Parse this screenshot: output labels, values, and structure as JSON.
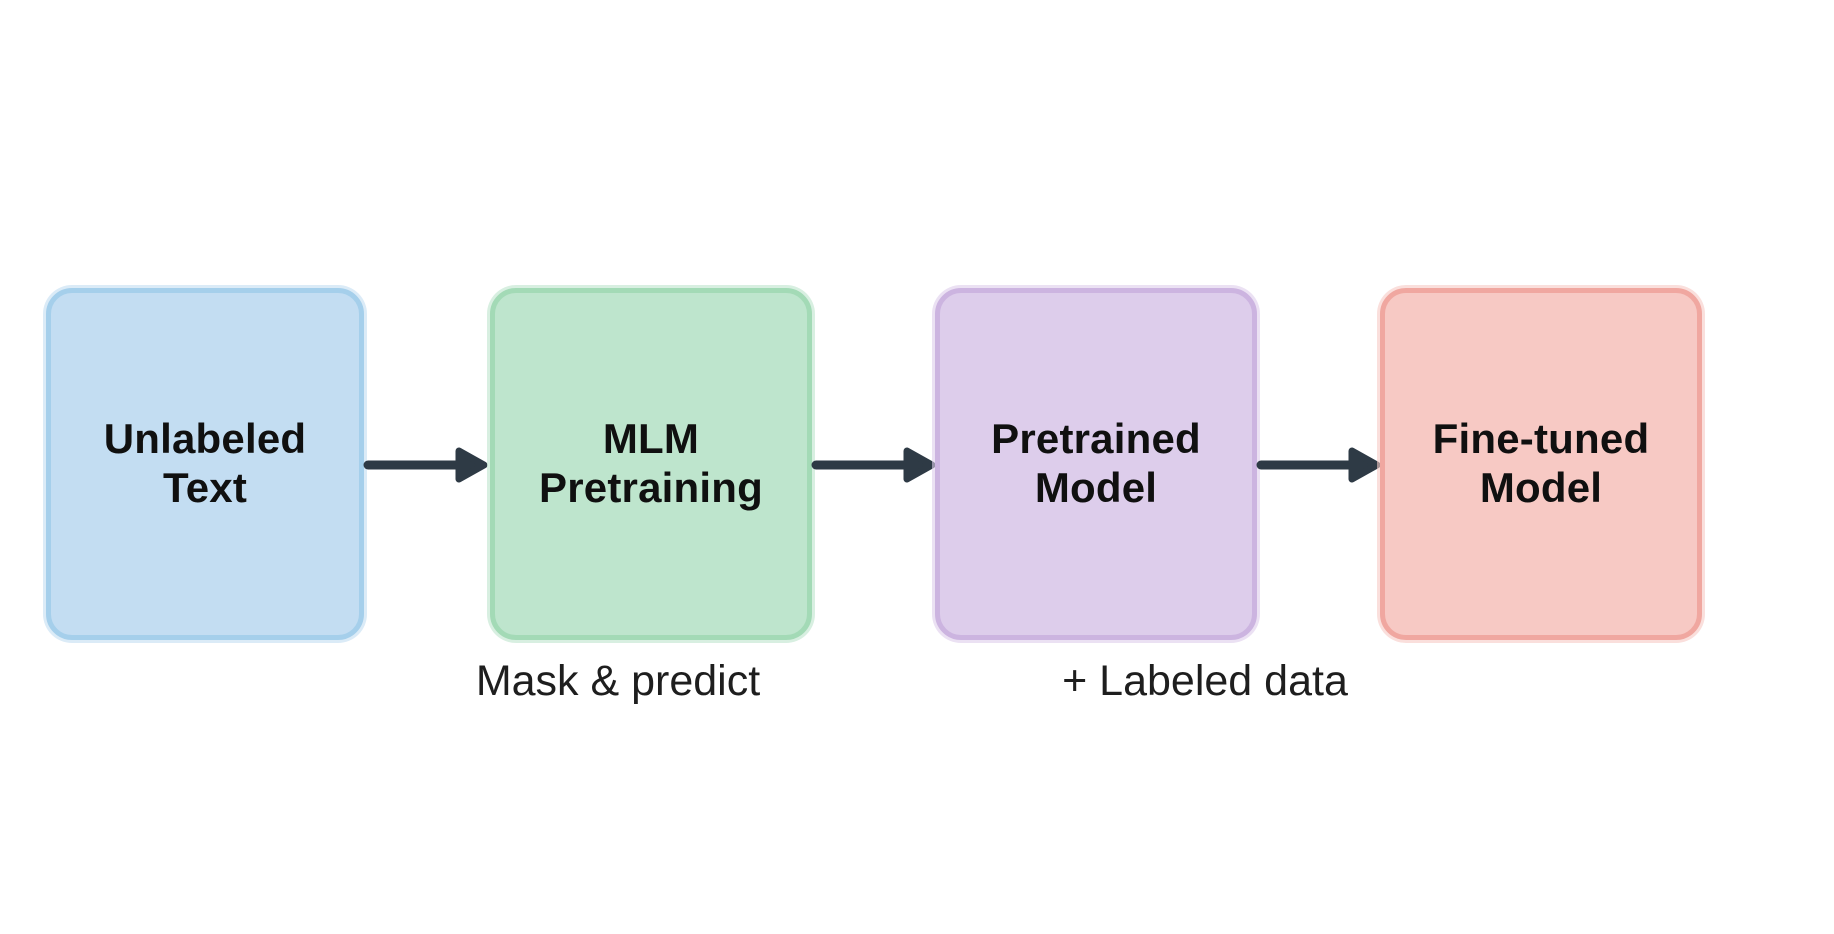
{
  "diagram": {
    "background_color": "#ffffff",
    "arrow_color": "#2e3a45",
    "title_text_color": "#101010",
    "annotation_text_color": "#1e1e1e",
    "nodes": [
      {
        "id": "unlabeled-text",
        "line1": "Unlabeled",
        "line2": "Text",
        "fill": "#c3ddf2",
        "border": "#a5cfeb"
      },
      {
        "id": "mlm-pretraining",
        "line1": "MLM",
        "line2": "Pretraining",
        "fill": "#bee5cd",
        "border": "#a3dab6"
      },
      {
        "id": "pretrained-model",
        "line1": "Pretrained",
        "line2": "Model",
        "fill": "#ddcdeb",
        "border": "#ccb4e0"
      },
      {
        "id": "fine-tuned-model",
        "line1": "Fine-tuned",
        "line2": "Model",
        "fill": "#f7c9c4",
        "border": "#f0a7a0"
      }
    ],
    "annotations": [
      {
        "id": "mask-predict",
        "text": "Mask & predict"
      },
      {
        "id": "labeled-data",
        "text": "+ Labeled data"
      }
    ]
  }
}
